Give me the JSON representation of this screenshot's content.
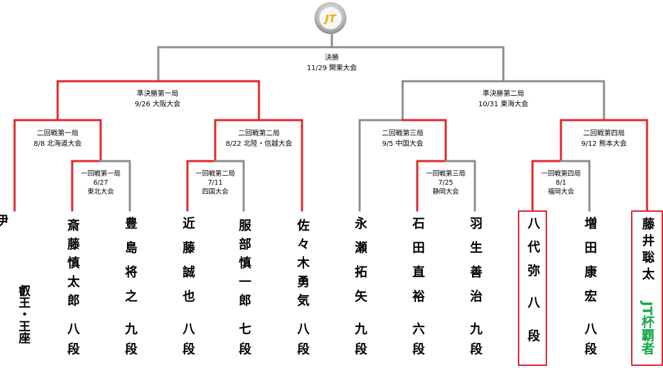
{
  "logo": {
    "text": "JT"
  },
  "final": {
    "round": "決勝",
    "date": "11/29 関東大会"
  },
  "semis": [
    {
      "round": "準決勝第一局",
      "date": "9/26 大阪大会"
    },
    {
      "round": "準決勝第二局",
      "date": "10/31 東海大会"
    }
  ],
  "second": [
    {
      "round": "二回戦第一局",
      "date": "8/8 北海道大会"
    },
    {
      "round": "二回戦第二局",
      "date": "8/22 北陸・信越大会"
    },
    {
      "round": "二回戦第三局",
      "date": "9/5 中国大会"
    },
    {
      "round": "二回戦第四局",
      "date": "9/12 熊本大会"
    }
  ],
  "first": [
    {
      "round": "一回戦第一局",
      "date": "6/27",
      "venue": "東北大会"
    },
    {
      "round": "一回戦第二局",
      "date": "7/11",
      "venue": "四国大会"
    },
    {
      "round": "一回戦第三局",
      "date": "7/25",
      "venue": "静岡大会"
    },
    {
      "round": "一回戦第四局",
      "date": "8/1",
      "venue": "福岡大会"
    }
  ],
  "players": [
    {
      "name": "伊藤匠",
      "title": "叡王・王座"
    },
    {
      "name": "斎藤慎太郎",
      "title": "八段"
    },
    {
      "name": "豊島将之",
      "title": "九段"
    },
    {
      "name": "近藤誠也",
      "title": "八段"
    },
    {
      "name": "服部慎一郎",
      "title": "七段"
    },
    {
      "name": "佐々木勇気",
      "title": "八段"
    },
    {
      "name": "永瀬拓矢",
      "title": "九段"
    },
    {
      "name": "石田直裕",
      "title": "六段"
    },
    {
      "name": "羽生善治",
      "title": "九段"
    },
    {
      "name": "八代弥",
      "title": "八段"
    },
    {
      "name": "増田康宏",
      "title": "八段"
    },
    {
      "name": "藤井聡太",
      "title": "JT杯覇者"
    }
  ],
  "colors": {
    "win": "#e0262b",
    "lose": "#8c8c8c",
    "champion_text": "#19a84a"
  }
}
